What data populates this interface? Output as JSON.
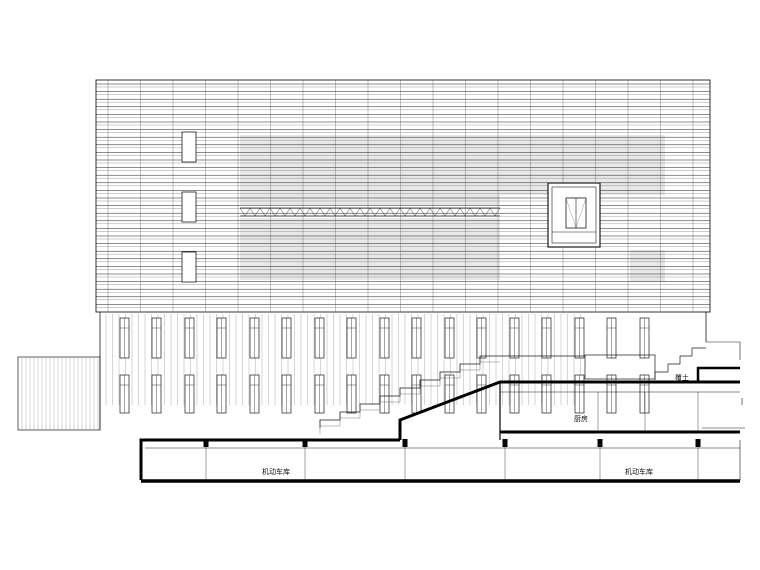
{
  "labels": {
    "garage_left": "机动车库",
    "garage_right": "机动车库",
    "kitchen": "厨房",
    "soil": "覆土"
  },
  "colors": {
    "line": "#1a1a1a",
    "thin": "#555555",
    "panel": "#e8e8e8",
    "slab": "#000000"
  }
}
